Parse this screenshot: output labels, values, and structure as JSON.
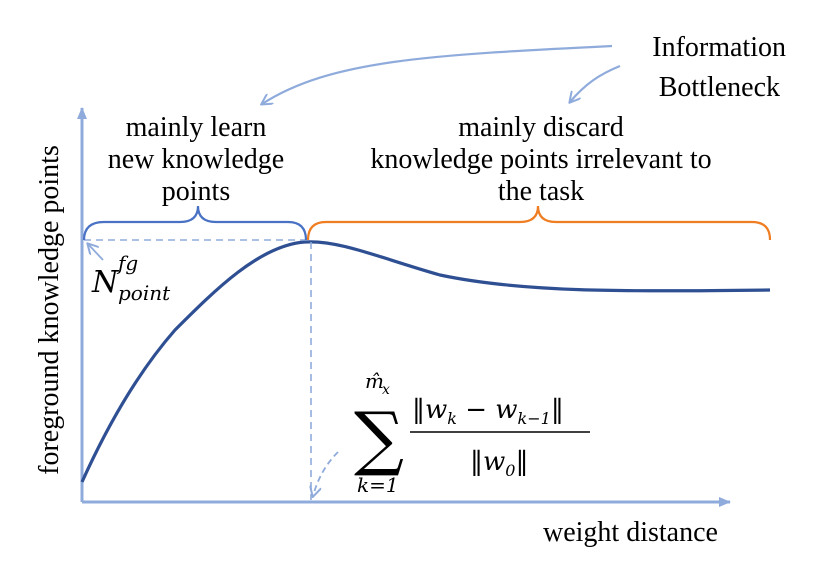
{
  "labels": {
    "y_axis": "foreground knowledge points",
    "x_axis": "weight distance",
    "ib_line1": "Information",
    "ib_line2": "Bottleneck",
    "learn_line1": "mainly learn",
    "learn_line2": "new knowledge",
    "learn_line3": "points",
    "discard_line1": "mainly discard",
    "discard_line2": "knowledge points irrelevant to",
    "discard_line3": "the task"
  },
  "math": {
    "n_base": "N",
    "n_sup": "fg",
    "n_sub": "point",
    "sum_sign": "∑",
    "sum_top": "m̂",
    "sum_top_sub": "x",
    "sum_bottom": "k=1",
    "numerator": "‖w",
    "num_sub1": "k",
    "num_minus": " − w",
    "num_sub2": "k−1",
    "num_close": "‖",
    "denominator": "‖w",
    "den_sub": "0",
    "den_close": "‖"
  },
  "colors": {
    "axis": "#8fabdc",
    "curve": "#2f4f93",
    "brace_blue": "#4a72c4",
    "brace_orange": "#ef7d22",
    "dashed": "#8fabdc",
    "arrow": "#8fabdc"
  }
}
